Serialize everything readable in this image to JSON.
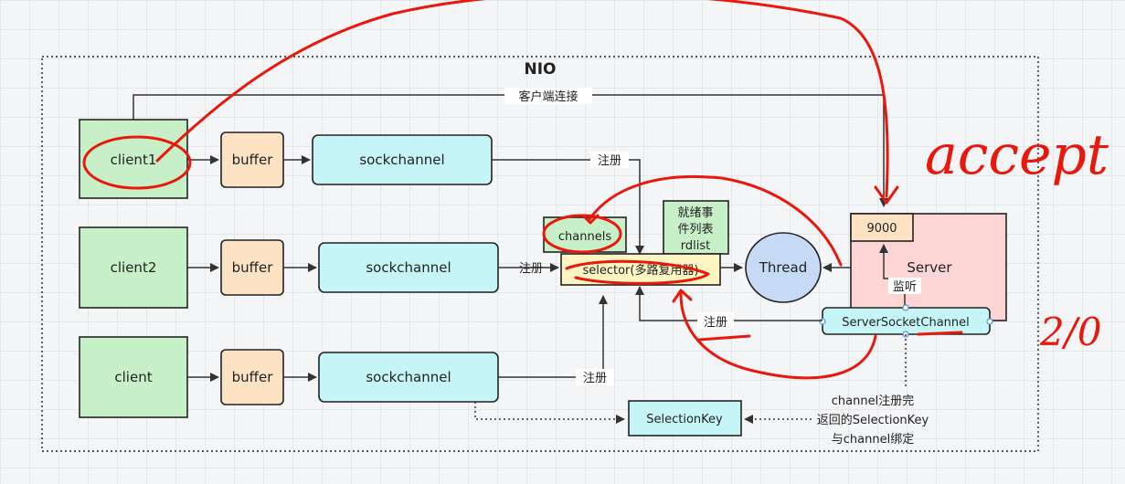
{
  "diagram": {
    "title": "NIO",
    "clients": [
      {
        "label": "client1"
      },
      {
        "label": "client2"
      },
      {
        "label": "client"
      }
    ],
    "buffer_label": "buffer",
    "sockchannel_label": "sockchannel",
    "register_label": "注册",
    "client_connect_label": "客户端连接",
    "channels_label": "channels",
    "ready_events": [
      "就绪事",
      "件列表",
      "rdlist"
    ],
    "selector_label": "selector(多路复用器)",
    "thread_label": "Thread",
    "port_label": "9000",
    "server_label": "Server",
    "listen_label": "监听",
    "server_socket_channel_label": "ServerSocketChannel",
    "selection_key_label": "SelectionKey",
    "note_lines": [
      "channel注册完",
      "返回的SelectionKey",
      "与channel绑定"
    ],
    "annotation_accept": "accept",
    "annotation_side": "2/0",
    "colors": {
      "client_fill": "#c8f0c8",
      "buffer_fill": "#fde3c3",
      "sockchannel_fill": "#c6f5f7",
      "channels_fill": "#c8f0c8",
      "ready_fill": "#c8f0c8",
      "selector_fill": "#fdf6c3",
      "thread_fill": "#c7daf5",
      "server_fill": "#fdd5d5",
      "port_fill": "#fde3c3",
      "ssc_fill": "#c6f5f7",
      "skey_fill": "#c6f5f7",
      "ink": "#e8180c"
    }
  }
}
